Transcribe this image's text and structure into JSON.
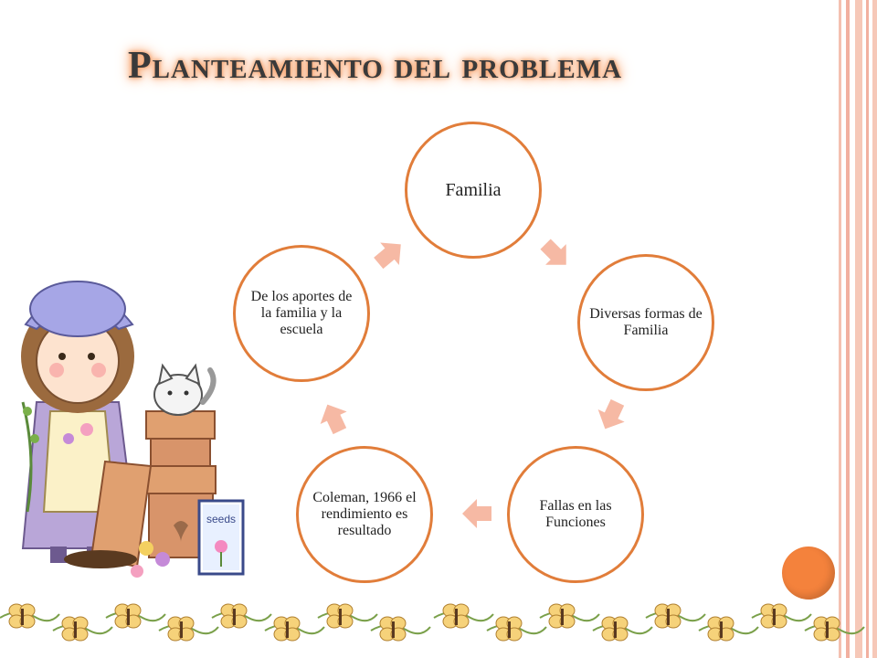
{
  "slide": {
    "title": "Planteamiento del problema"
  },
  "cycle": {
    "nodes": [
      {
        "label": "Familia"
      },
      {
        "label": "Diversas formas de Familia"
      },
      {
        "label": "Fallas en las Funciones"
      },
      {
        "label": "Coleman, 1966 el rendimiento es resultado"
      },
      {
        "label": "De los aportes de la familia y la escuela"
      }
    ]
  },
  "decor": {
    "seed_packet_label": "seeds"
  },
  "colors": {
    "node_border": "#e17d3a",
    "arrow_fill": "#f6b9a4",
    "title_glow": "#f7a46e",
    "accent_dot": "#f4823c",
    "frame_lines": "#f2b8a8"
  }
}
